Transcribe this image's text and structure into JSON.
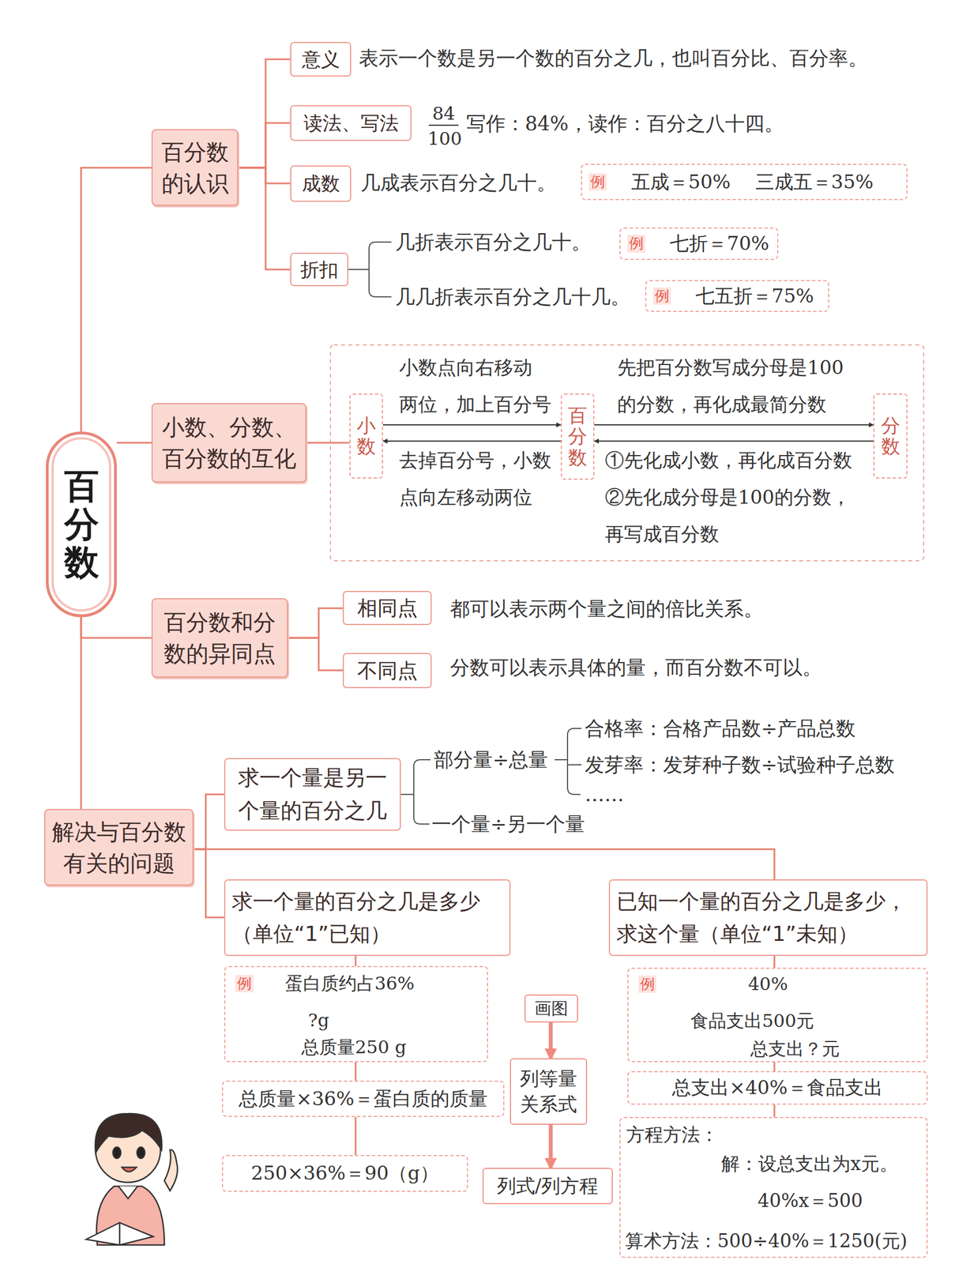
{
  "diagram": {
    "nodes": [
      {
        "text": [
          "百分数"
        ]
      },
      {
        "text": [
          "百分数 的认识"
        ]
      },
      {
        "text": [
          "意义"
        ]
      },
      {
        "text": [
          "读法、写法"
        ]
      },
      {
        "text": [
          "成数"
        ]
      },
      {
        "text": [
          "折扣"
        ]
      },
      {
        "text": [
          "例",
          "五成＝50%",
          "三成五＝35%"
        ]
      },
      {
        "text": [
          "例",
          "七折＝70%"
        ]
      },
      {
        "text": [
          "例",
          "七五折＝75%"
        ]
      },
      {
        "text": [
          "小数、分数、 百分数的互化"
        ]
      },
      {
        "text": [
          "小数"
        ]
      },
      {
        "text": [
          "百分数"
        ]
      },
      {
        "text": [
          "分数"
        ]
      },
      {
        "text": [
          "百分数和分 数的异同点"
        ]
      },
      {
        "text": [
          "相同点"
        ]
      },
      {
        "text": [
          "不同点"
        ]
      },
      {
        "text": [
          "解决与百分数 有关的问题"
        ]
      },
      {
        "text": [
          "求一个量是另一 个量的百分之几"
        ]
      },
      {
        "text": [
          "求一个量的百分之几是多少 （单位“1”已知）"
        ]
      },
      {
        "text": [
          "已知一个量的百分之几是多少， 求这个量（单位“1”未知）"
        ]
      },
      {
        "text": [
          "例",
          "蛋白质约占36%",
          "?g",
          "总质量250 g"
        ]
      },
      {
        "text": [
          "总质量×36%＝蛋白质的质量"
        ]
      },
      {
        "text": [
          "250×36%＝90（g）"
        ]
      },
      {
        "text": [
          "例",
          "40%",
          "食品支出500元",
          "总支出？元"
        ]
      },
      {
        "text": [
          "总支出×40%＝食品支出"
        ]
      },
      {
        "text": [
          "方程方法：",
          "解：设总支出为x元。",
          "40%x＝500",
          "算术方法：500÷40%＝1250(元)"
        ]
      },
      {
        "text": [
          "画图"
        ]
      },
      {
        "text": [
          "列等量 关系式"
        ]
      },
      {
        "text": [
          "列式/列方程"
        ]
      }
    ],
    "edges": [
      {
        "from": 0,
        "to": 1,
        "arrow": "none"
      },
      {
        "from": 0,
        "to": 9,
        "arrow": "none"
      },
      {
        "from": 0,
        "to": 13,
        "arrow": "none"
      },
      {
        "from": 0,
        "to": 16,
        "arrow": "none"
      },
      {
        "from": 1,
        "to": 2,
        "arrow": "none"
      },
      {
        "from": 1,
        "to": 3,
        "arrow": "none"
      },
      {
        "from": 1,
        "to": 4,
        "arrow": "none"
      },
      {
        "from": 1,
        "to": 5,
        "arrow": "none"
      },
      {
        "from": 9,
        "to": 10,
        "arrow": "none"
      },
      {
        "from": 10,
        "to": 11,
        "arrow": "to",
        "label": "小数点向右移动 两位，加上百分号"
      },
      {
        "from": 11,
        "to": 10,
        "arrow": "to",
        "label": "去掉百分号，小数 点向左移动两位"
      },
      {
        "from": 11,
        "to": 12,
        "arrow": "to",
        "label": "先把百分数写成分母是100 的分数，再化成最简分数"
      },
      {
        "from": 12,
        "to": 11,
        "arrow": "to",
        "label": "①先化成小数，再化成百分数 ②先化成分母是100的分数， 再写成百分数"
      },
      {
        "from": 13,
        "to": 14,
        "arrow": "none"
      },
      {
        "from": 13,
        "to": 15,
        "arrow": "none"
      },
      {
        "from": 16,
        "to": 17,
        "arrow": "none"
      },
      {
        "from": 16,
        "to": 18,
        "arrow": "none"
      },
      {
        "from": 16,
        "to": 19,
        "arrow": "none"
      },
      {
        "from": 18,
        "to": 20,
        "arrow": "none"
      },
      {
        "from": 20,
        "to": 21,
        "arrow": "none"
      },
      {
        "from": 21,
        "to": 22,
        "arrow": "none"
      },
      {
        "from": 19,
        "to": 23,
        "arrow": "none"
      },
      {
        "from": 23,
        "to": 24,
        "arrow": "none"
      },
      {
        "from": 24,
        "to": 25,
        "arrow": "none"
      },
      {
        "from": 26,
        "to": 27,
        "arrow": "to"
      },
      {
        "from": 27,
        "to": 28,
        "arrow": "to"
      }
    ],
    "labels": [
      "表示一个数是另一个数的百分之几，也叫百分比、百分率。",
      "84",
      "100",
      "写作：84%，读作：百分之八十四。",
      "几成表示百分之几十。",
      "几折表示百分之几十。",
      "几几折表示百分之几十几。",
      "都可以表示两个量之间的倍比关系。",
      "分数可以表示具体的量，而百分数不可以。",
      "部分量÷总量",
      "合格率：合格产品数÷产品总数",
      "发芽率：发芽种子数÷试验种子总数",
      "……",
      "一个量÷另一个量"
    ]
  }
}
